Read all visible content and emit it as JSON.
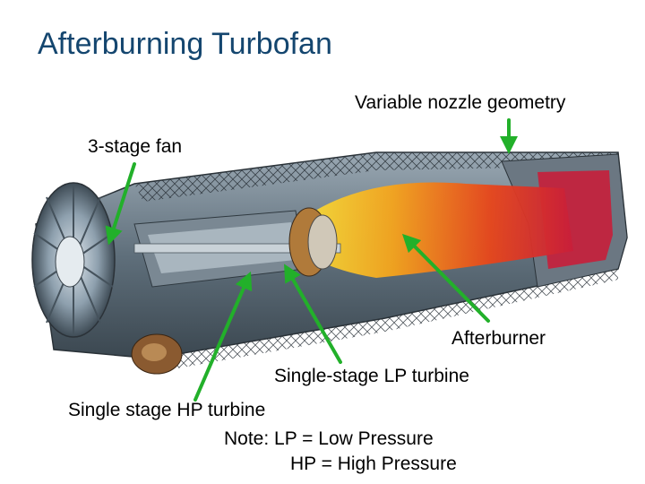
{
  "slide": {
    "title": "Afterburning Turbofan",
    "labels": {
      "nozzle": "Variable nozzle geometry",
      "fan": "3-stage fan",
      "afterburner": "Afterburner",
      "lp_turbine": "Single-stage LP turbine",
      "hp_turbine": "Single stage HP turbine"
    },
    "notes": {
      "line1": "Note:  LP = Low Pressure",
      "line2": "HP = High Pressure"
    }
  },
  "colors": {
    "title": "#14466f",
    "arrow": "#22b02a",
    "flame_core": "#f0d020",
    "flame_hot": "#e83a10",
    "casing": "#6f7f8c",
    "nozzle_red": "#c81e3a"
  },
  "image": {
    "subject": "Cutaway drawing of an afterburning turbofan engine"
  }
}
